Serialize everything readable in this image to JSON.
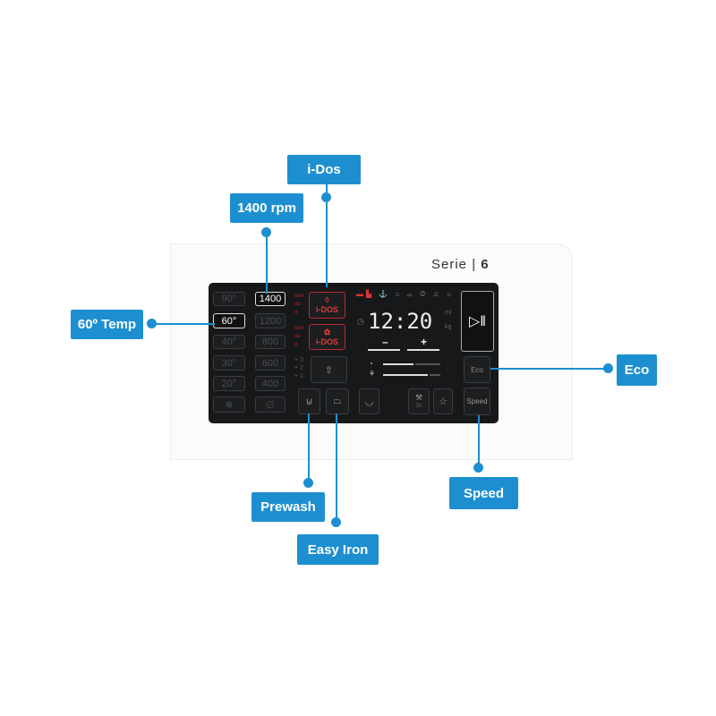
{
  "brand": {
    "series": "Serie",
    "number": "6"
  },
  "temperature": [
    "90°",
    "60°",
    "40°",
    "30°",
    "20°"
  ],
  "spin": [
    "1400",
    "1200",
    "800",
    "600",
    "400"
  ],
  "idos": [
    "i-DOS",
    "i-DOS"
  ],
  "rinse_levels": [
    "+ 3",
    "+ 2",
    "+ 1"
  ],
  "display": {
    "time": "12:20",
    "unit_ml": "ml",
    "unit_kg": "kg",
    "minus": "–",
    "plus": "+"
  },
  "buttons": {
    "eco": "Eco",
    "speed": "Speed",
    "lock_hint": "3s"
  },
  "callouts": {
    "idos": "i-Dos",
    "rpm": "1400 rpm",
    "temp": "60º Temp",
    "eco": "Eco",
    "speed": "Speed",
    "prewash": "Prewash",
    "easy_iron": "Easy Iron"
  },
  "colors": {
    "callout": "#1d8fd1",
    "idos_red": "#c0292b"
  }
}
